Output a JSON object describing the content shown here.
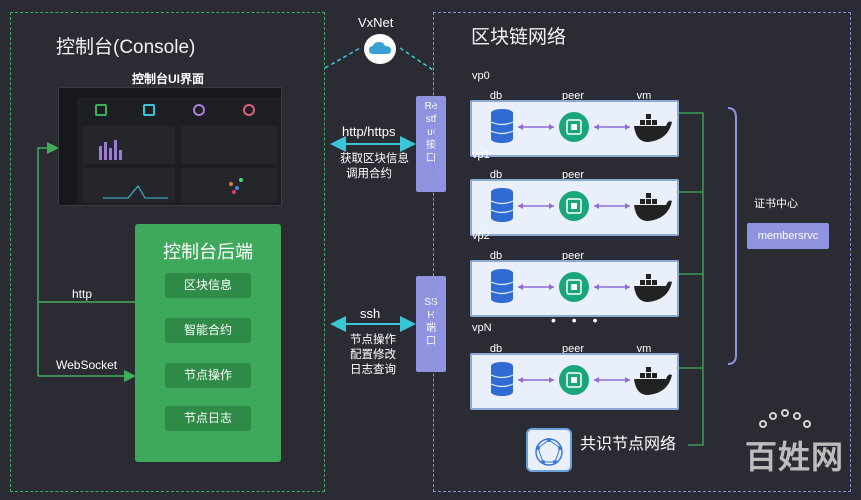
{
  "console": {
    "title": "控制台(Console)",
    "ui_label": "控制台UI界面",
    "backend": {
      "title": "控制台后端",
      "buttons": [
        "区块信息",
        "智能合约",
        "节点操作",
        "节点日志"
      ]
    },
    "links": {
      "http": "http",
      "websocket": "WebSocket"
    }
  },
  "vxnet": {
    "label": "VxNet"
  },
  "middle": {
    "https_label": "http/https",
    "https_desc1": "获取区块信息",
    "https_desc2": "调用合约",
    "ssh_label": "ssh",
    "ssh_desc1": "节点操作",
    "ssh_desc2": "配置修改",
    "ssh_desc3": "日志查询"
  },
  "interfaces": {
    "restful": [
      "Re",
      "stf",
      "ul",
      "接",
      "口"
    ],
    "ssh": [
      "SS",
      "H",
      "端",
      "口"
    ]
  },
  "chain": {
    "title": "区块链网络",
    "nodes": [
      {
        "label": "vp0",
        "db": "db",
        "peer": "peer",
        "vm": "vm"
      },
      {
        "label": "vp1",
        "db": "db",
        "peer": "peer",
        "vm": ""
      },
      {
        "label": "vp2",
        "db": "db",
        "peer": "peer",
        "vm": ""
      },
      {
        "label": "vpN",
        "db": "db",
        "peer": "peer",
        "vm": "vm"
      }
    ],
    "ellipsis": "•  •  •",
    "cert_center": "证书中心",
    "membersrvc": "membersrvc",
    "consensus": "共识节点网络"
  },
  "watermark": {
    "text": "百姓网"
  },
  "colors": {
    "green": "#3fa95b",
    "purple": "#8f93e0",
    "cyan": "#39c7d6",
    "db_blue": "#2f6bd3",
    "peer_green": "#1aa67a"
  }
}
